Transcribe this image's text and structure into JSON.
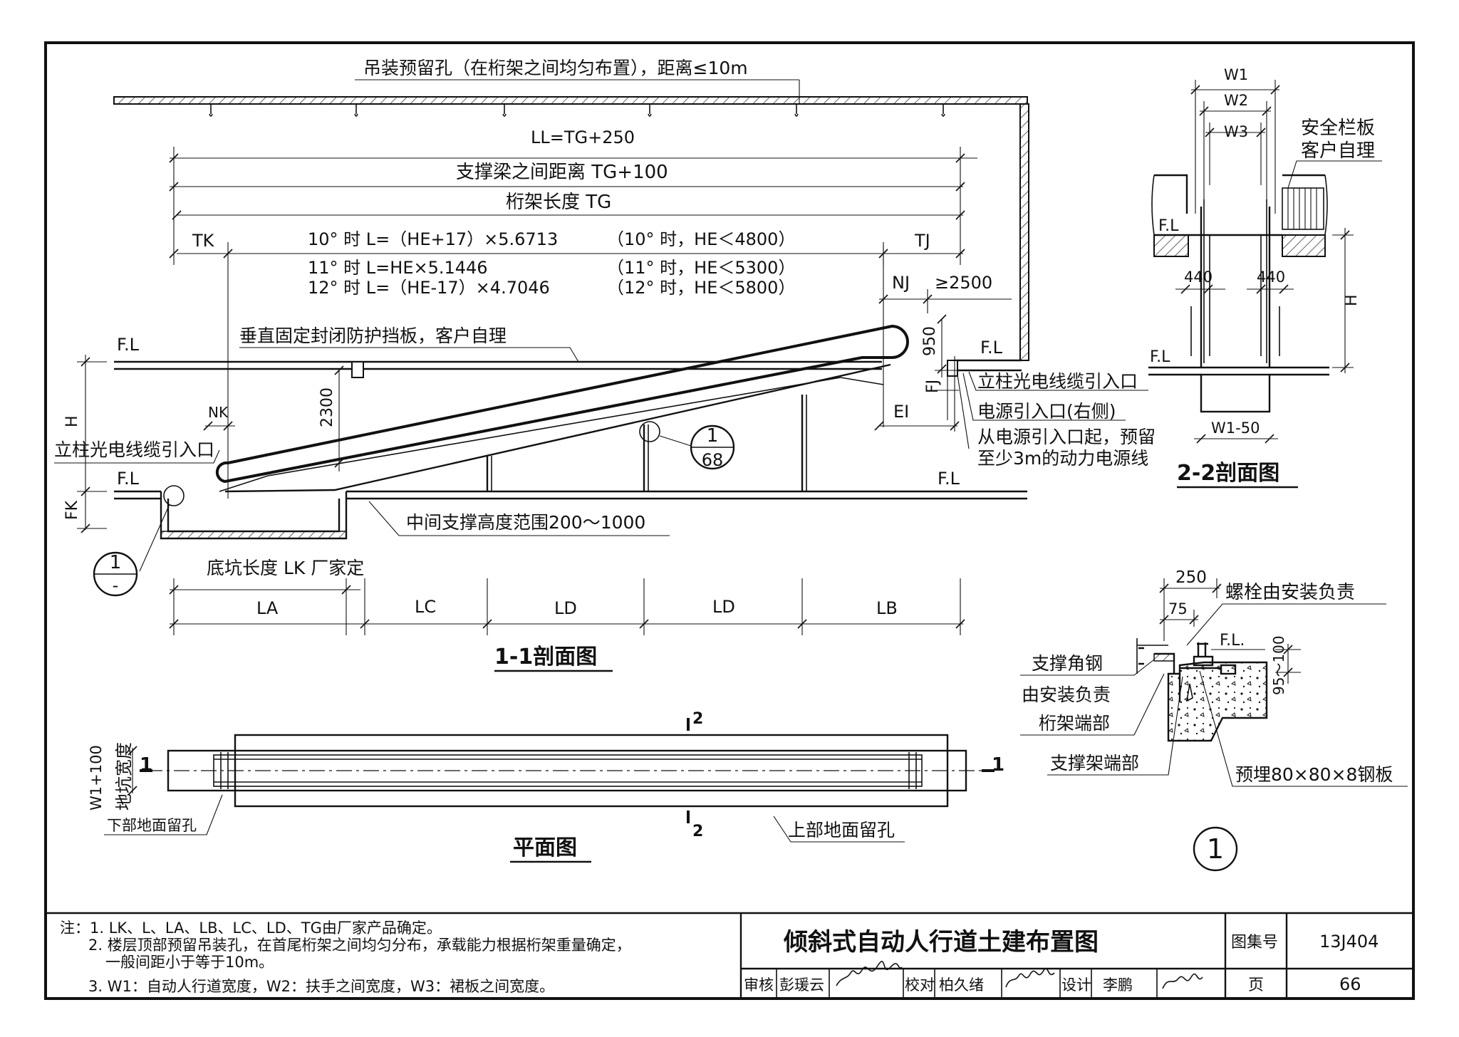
{
  "section_1_1": {
    "hoist_note": "吊装预留孔（在桁架之间均匀布置），距离≤10m",
    "dim_ll": "LL=TG+250",
    "dim_support_distance": "支撑梁之间距离 TG+100",
    "dim_truss_length": "桁架长度 TG",
    "tk": "TK",
    "tj": "TJ",
    "formula_10": "10° 时 L=（HE+17）×5.6713",
    "cond_10": "（10° 时，HE＜4800）",
    "formula_11": "11° 时 L=HE×5.1446",
    "cond_11": "（11° 时，HE＜5300）",
    "formula_12": "12° 时 L=（HE-17）×4.7046",
    "cond_12": "（12° 时，HE＜5800）",
    "nj": "NJ",
    "clear_2500": "≥2500",
    "fl_upper_left": "F.L",
    "fl_upper_right": "F.L",
    "fl_lower_left": "F.L",
    "fl_lower_right": "F.L",
    "guard_note": "垂直固定封闭防护挡板，客户自理",
    "dim_950": "950",
    "dim_2300": "2300",
    "fj": "FJ",
    "ei": "EI",
    "nk": "NK",
    "h": "H",
    "fk": "FK",
    "cable_entry_left": "立柱光电线缆引入口",
    "cable_entry_right": "立柱光电线缆引入口",
    "power_entry": "电源引入口(右侧)",
    "power_note_1": "从电源引入口起，预留",
    "power_note_2": "至少3m的动力电源线",
    "detail_num": "1",
    "detail_page": "68",
    "support_range": "中间支撑高度范围200～1000",
    "ref_num": "1",
    "ref_sheet": "-",
    "pit_length": "底坑长度 LK 厂家定",
    "la": "LA",
    "lc": "LC",
    "ld_1": "LD",
    "ld_2": "LD",
    "lb": "LB",
    "title": "1-1剖面图"
  },
  "section_2_2": {
    "w1": "W1",
    "w2": "W2",
    "w3": "W3",
    "railing_1": "安全栏板",
    "railing_2": "客户自理",
    "fl_top": "F.L",
    "fl_bottom": "F.L",
    "d440_left": "440",
    "d440_right": "440",
    "h": "H",
    "w1_minus": "W1-50",
    "title": "2-2剖面图"
  },
  "detail_1": {
    "d250": "250",
    "d75": "75",
    "bolt": "螺栓由安装负责",
    "fl": "F.L.",
    "d95": "95～100",
    "angle_1": "支撑角钢",
    "angle_2": "由安装负责",
    "truss_end": "桁架端部",
    "bracket_end": "支撑架端部",
    "plate": "预埋80×80×8钢板",
    "num": "1"
  },
  "plan": {
    "width_1": "W1+100",
    "width_2": "地坑宽度",
    "cut_1_left": "1",
    "cut_1_right": "1",
    "cut_2_top": "2",
    "cut_2_bottom": "2",
    "lower_hole": "下部地面留孔",
    "upper_hole": "上部地面留孔",
    "title": "平面图"
  },
  "notes": {
    "n1": "注：1. LK、L、LA、LB、LC、LD、TG由厂家产品确定。",
    "n2a": "2. 楼层顶部预留吊装孔，在首尾桁架之间均匀分布，承载能力根据桁架重量确定，",
    "n2b": "一般间距小于等于10m。",
    "n3": "3. W1：自动人行道宽度，W2：扶手之间宽度，W3：裙板之间宽度。"
  },
  "title_block": {
    "drawing_title": "倾斜式自动人行道土建布置图",
    "atlas_label": "图集号",
    "atlas_no": "13J404",
    "review_label": "审核",
    "reviewer": "彭瑗云",
    "check_label": "校对",
    "checker": "柏久绪",
    "design_label": "设计",
    "designer": "李鹏",
    "page_label": "页",
    "page_no": "66"
  }
}
